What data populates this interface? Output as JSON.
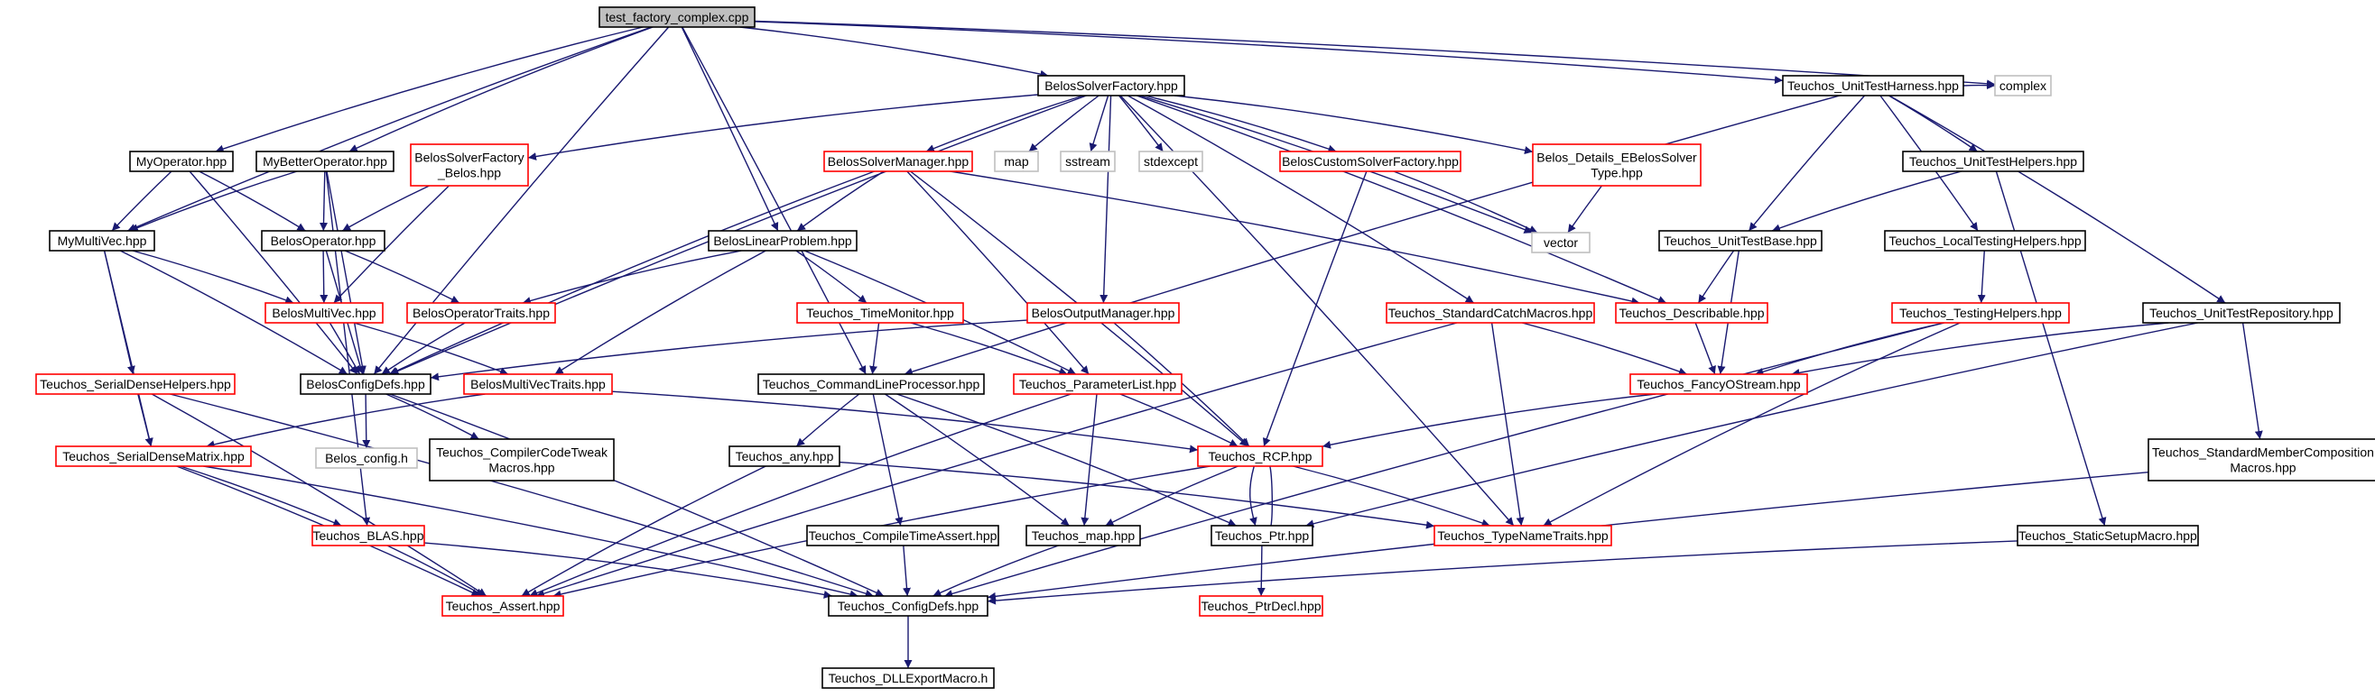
{
  "colors": {
    "edge": "#191970",
    "border_normal": "#000000",
    "border_linked": "#ff0000",
    "border_system": "#bfbfbf",
    "fill_root": "#bfbfbf",
    "fill": "#ffffff"
  },
  "nodes": [
    {
      "id": "root",
      "label": "test_factory_complex.cpp",
      "kind": "root"
    },
    {
      "id": "solverfactory",
      "label": "BelosSolverFactory.hpp",
      "kind": "normal"
    },
    {
      "id": "unittestharness",
      "label": "Teuchos_UnitTestHarness.hpp",
      "kind": "normal"
    },
    {
      "id": "complex",
      "label": "complex",
      "kind": "system"
    },
    {
      "id": "myop",
      "label": "MyOperator.hpp",
      "kind": "normal"
    },
    {
      "id": "mybetterop",
      "label": "MyBetterOperator.hpp",
      "kind": "normal"
    },
    {
      "id": "solverfactorybelos",
      "label": [
        "BelosSolverFactory",
        "_Belos.hpp"
      ],
      "kind": "linked"
    },
    {
      "id": "solvermanager",
      "label": "BelosSolverManager.hpp",
      "kind": "linked"
    },
    {
      "id": "map",
      "label": "map",
      "kind": "system"
    },
    {
      "id": "sstream",
      "label": "sstream",
      "kind": "system"
    },
    {
      "id": "stdexcept",
      "label": "stdexcept",
      "kind": "system"
    },
    {
      "id": "customsolverfactory",
      "label": "BelosCustomSolverFactory.hpp",
      "kind": "linked"
    },
    {
      "id": "detailsebelos",
      "label": [
        "Belos_Details_EBelosSolver",
        "Type.hpp"
      ],
      "kind": "linked"
    },
    {
      "id": "unittesthelpers",
      "label": "Teuchos_UnitTestHelpers.hpp",
      "kind": "normal"
    },
    {
      "id": "mymultivec",
      "label": "MyMultiVec.hpp",
      "kind": "normal"
    },
    {
      "id": "belosoperator",
      "label": "BelosOperator.hpp",
      "kind": "normal"
    },
    {
      "id": "linearproblem",
      "label": "BelosLinearProblem.hpp",
      "kind": "normal"
    },
    {
      "id": "vector",
      "label": "vector",
      "kind": "system"
    },
    {
      "id": "unittestbase",
      "label": "Teuchos_UnitTestBase.hpp",
      "kind": "normal"
    },
    {
      "id": "localtesting",
      "label": "Teuchos_LocalTestingHelpers.hpp",
      "kind": "normal"
    },
    {
      "id": "belosmultivec",
      "label": "BelosMultiVec.hpp",
      "kind": "linked"
    },
    {
      "id": "operatortraits",
      "label": "BelosOperatorTraits.hpp",
      "kind": "linked"
    },
    {
      "id": "timemonitor",
      "label": "Teuchos_TimeMonitor.hpp",
      "kind": "linked"
    },
    {
      "id": "outputmanager",
      "label": "BelosOutputManager.hpp",
      "kind": "linked"
    },
    {
      "id": "stdcatch",
      "label": "Teuchos_StandardCatchMacros.hpp",
      "kind": "linked"
    },
    {
      "id": "describable",
      "label": "Teuchos_Describable.hpp",
      "kind": "linked"
    },
    {
      "id": "testinghelpers",
      "label": "Teuchos_TestingHelpers.hpp",
      "kind": "linked"
    },
    {
      "id": "unittestrepo",
      "label": "Teuchos_UnitTestRepository.hpp",
      "kind": "normal"
    },
    {
      "id": "serialdensehelpers",
      "label": "Teuchos_SerialDenseHelpers.hpp",
      "kind": "linked"
    },
    {
      "id": "configdefs",
      "label": "BelosConfigDefs.hpp",
      "kind": "normal"
    },
    {
      "id": "multivectraits",
      "label": "BelosMultiVecTraits.hpp",
      "kind": "linked"
    },
    {
      "id": "cmdline",
      "label": "Teuchos_CommandLineProcessor.hpp",
      "kind": "normal"
    },
    {
      "id": "paramlist",
      "label": "Teuchos_ParameterList.hpp",
      "kind": "linked"
    },
    {
      "id": "fancyostream",
      "label": "Teuchos_FancyOStream.hpp",
      "kind": "linked"
    },
    {
      "id": "serialdensematrix",
      "label": "Teuchos_SerialDenseMatrix.hpp",
      "kind": "linked"
    },
    {
      "id": "belosconfigh",
      "label": "Belos_config.h",
      "kind": "system"
    },
    {
      "id": "compilercodetweak",
      "label": [
        "Teuchos_CompilerCodeTweak",
        "Macros.hpp"
      ],
      "kind": "normal"
    },
    {
      "id": "any",
      "label": "Teuchos_any.hpp",
      "kind": "normal"
    },
    {
      "id": "rcp",
      "label": "Teuchos_RCP.hpp",
      "kind": "linked"
    },
    {
      "id": "stdmembercomp",
      "label": [
        "Teuchos_StandardMemberComposition",
        "Macros.hpp"
      ],
      "kind": "normal"
    },
    {
      "id": "blas",
      "label": "Teuchos_BLAS.hpp",
      "kind": "linked"
    },
    {
      "id": "compiletimeassert",
      "label": "Teuchos_CompileTimeAssert.hpp",
      "kind": "normal"
    },
    {
      "id": "tmap",
      "label": "Teuchos_map.hpp",
      "kind": "normal"
    },
    {
      "id": "ptr",
      "label": "Teuchos_Ptr.hpp",
      "kind": "normal"
    },
    {
      "id": "typenametraits",
      "label": "Teuchos_TypeNameTraits.hpp",
      "kind": "linked"
    },
    {
      "id": "staticsetup",
      "label": "Teuchos_StaticSetupMacro.hpp",
      "kind": "normal"
    },
    {
      "id": "assert",
      "label": "Teuchos_Assert.hpp",
      "kind": "linked"
    },
    {
      "id": "tconfigdefs",
      "label": "Teuchos_ConfigDefs.hpp",
      "kind": "normal"
    },
    {
      "id": "ptrdecl",
      "label": "Teuchos_PtrDecl.hpp",
      "kind": "linked"
    },
    {
      "id": "dllexport",
      "label": "Teuchos_DLLExportMacro.h",
      "kind": "normal"
    }
  ],
  "edges": [
    [
      "root",
      "solverfactory"
    ],
    [
      "root",
      "unittestharness"
    ],
    [
      "root",
      "complex"
    ],
    [
      "root",
      "myop"
    ],
    [
      "root",
      "mybetterop"
    ],
    [
      "root",
      "mymultivec"
    ],
    [
      "root",
      "linearproblem"
    ],
    [
      "root",
      "configdefs"
    ],
    [
      "root",
      "cmdline"
    ],
    [
      "solverfactory",
      "solverfactorybelos"
    ],
    [
      "solverfactory",
      "solvermanager"
    ],
    [
      "solverfactory",
      "map"
    ],
    [
      "solverfactory",
      "sstream"
    ],
    [
      "solverfactory",
      "stdexcept"
    ],
    [
      "solverfactory",
      "customsolverfactory"
    ],
    [
      "solverfactory",
      "detailsebelos"
    ],
    [
      "solverfactory",
      "vector"
    ],
    [
      "solverfactory",
      "configdefs"
    ],
    [
      "solverfactory",
      "outputmanager"
    ],
    [
      "solverfactory",
      "stdcatch"
    ],
    [
      "solverfactory",
      "describable"
    ],
    [
      "solverfactory",
      "typenametraits"
    ],
    [
      "unittestharness",
      "complex"
    ],
    [
      "unittestharness",
      "unittesthelpers"
    ],
    [
      "unittestharness",
      "unittestbase"
    ],
    [
      "unittestharness",
      "localtesting"
    ],
    [
      "unittestharness",
      "unittestrepo"
    ],
    [
      "unittestharness",
      "cmdline"
    ],
    [
      "myop",
      "mymultivec"
    ],
    [
      "myop",
      "belosoperator"
    ],
    [
      "myop",
      "configdefs"
    ],
    [
      "mybetterop",
      "mymultivec"
    ],
    [
      "mybetterop",
      "belosoperator"
    ],
    [
      "mybetterop",
      "configdefs"
    ],
    [
      "mybetterop",
      "blas"
    ],
    [
      "solverfactorybelos",
      "belosoperator"
    ],
    [
      "solverfactorybelos",
      "belosmultivec"
    ],
    [
      "solvermanager",
      "linearproblem"
    ],
    [
      "solvermanager",
      "configdefs"
    ],
    [
      "solvermanager",
      "paramlist"
    ],
    [
      "solvermanager",
      "rcp"
    ],
    [
      "solvermanager",
      "describable"
    ],
    [
      "customsolverfactory",
      "vector"
    ],
    [
      "customsolverfactory",
      "rcp"
    ],
    [
      "detailsebelos",
      "vector"
    ],
    [
      "unittesthelpers",
      "unittestbase"
    ],
    [
      "unittesthelpers",
      "staticsetup"
    ],
    [
      "mymultivec",
      "belosmultivec"
    ],
    [
      "mymultivec",
      "configdefs"
    ],
    [
      "mymultivec",
      "serialdensehelpers"
    ],
    [
      "mymultivec",
      "serialdensematrix"
    ],
    [
      "belosoperator",
      "belosmultivec"
    ],
    [
      "belosoperator",
      "operatortraits"
    ],
    [
      "belosoperator",
      "configdefs"
    ],
    [
      "linearproblem",
      "operatortraits"
    ],
    [
      "linearproblem",
      "multivectraits"
    ],
    [
      "linearproblem",
      "timemonitor"
    ],
    [
      "linearproblem",
      "paramlist"
    ],
    [
      "unittestbase",
      "describable"
    ],
    [
      "unittestbase",
      "fancyostream"
    ],
    [
      "localtesting",
      "testinghelpers"
    ],
    [
      "belosmultivec",
      "configdefs"
    ],
    [
      "belosmultivec",
      "multivectraits"
    ],
    [
      "operatortraits",
      "configdefs"
    ],
    [
      "timemonitor",
      "cmdline"
    ],
    [
      "timemonitor",
      "paramlist"
    ],
    [
      "outputmanager",
      "configdefs"
    ],
    [
      "outputmanager",
      "rcp"
    ],
    [
      "stdcatch",
      "fancyostream"
    ],
    [
      "stdcatch",
      "typenametraits"
    ],
    [
      "stdcatch",
      "assert"
    ],
    [
      "describable",
      "fancyostream"
    ],
    [
      "testinghelpers",
      "fancyostream"
    ],
    [
      "testinghelpers",
      "typenametraits"
    ],
    [
      "testinghelpers",
      "tconfigdefs"
    ],
    [
      "unittestrepo",
      "fancyostream"
    ],
    [
      "unittestrepo",
      "ptr"
    ],
    [
      "unittestrepo",
      "stdmembercomp"
    ],
    [
      "serialdensehelpers",
      "serialdensematrix"
    ],
    [
      "serialdensehelpers",
      "assert"
    ],
    [
      "serialdensehelpers",
      "tconfigdefs"
    ],
    [
      "configdefs",
      "belosconfigh"
    ],
    [
      "configdefs",
      "compilercodetweak"
    ],
    [
      "configdefs",
      "tconfigdefs"
    ],
    [
      "multivectraits",
      "serialdensematrix"
    ],
    [
      "multivectraits",
      "rcp"
    ],
    [
      "cmdline",
      "any"
    ],
    [
      "cmdline",
      "compiletimeassert"
    ],
    [
      "cmdline",
      "tmap"
    ],
    [
      "cmdline",
      "ptr"
    ],
    [
      "paramlist",
      "rcp"
    ],
    [
      "paramlist",
      "tmap"
    ],
    [
      "paramlist",
      "assert"
    ],
    [
      "fancyostream",
      "rcp"
    ],
    [
      "serialdensematrix",
      "blas"
    ],
    [
      "serialdensematrix",
      "assert"
    ],
    [
      "serialdensematrix",
      "tconfigdefs"
    ],
    [
      "any",
      "assert"
    ],
    [
      "any",
      "typenametraits"
    ],
    [
      "rcp",
      "ptr"
    ],
    [
      "ptr",
      "rcp"
    ],
    [
      "rcp",
      "tmap"
    ],
    [
      "rcp",
      "typenametraits"
    ],
    [
      "rcp",
      "assert"
    ],
    [
      "stdmembercomp",
      "tconfigdefs"
    ],
    [
      "blas",
      "assert"
    ],
    [
      "blas",
      "tconfigdefs"
    ],
    [
      "compiletimeassert",
      "tconfigdefs"
    ],
    [
      "tmap",
      "tconfigdefs"
    ],
    [
      "ptr",
      "ptrdecl"
    ],
    [
      "staticsetup",
      "tconfigdefs"
    ],
    [
      "tconfigdefs",
      "dllexport"
    ]
  ]
}
